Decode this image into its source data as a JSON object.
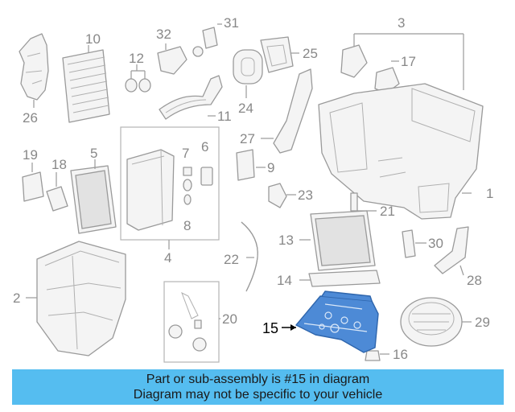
{
  "diagram": {
    "labels": [
      "1",
      "2",
      "3",
      "5",
      "6",
      "7",
      "8",
      "9",
      "10",
      "11",
      "12",
      "13",
      "14",
      "16",
      "17",
      "18",
      "19",
      "20",
      "21",
      "22",
      "23",
      "24",
      "25",
      "26",
      "27",
      "28",
      "29",
      "30",
      "31",
      "32",
      "4"
    ],
    "highlight": {
      "label": "15",
      "color": "#4d8ad6"
    }
  },
  "banner": {
    "line1": "Part or sub-assembly is #15 in diagram",
    "line2": "Diagram may not be specific to your vehicle",
    "background": "#55bdf0"
  }
}
